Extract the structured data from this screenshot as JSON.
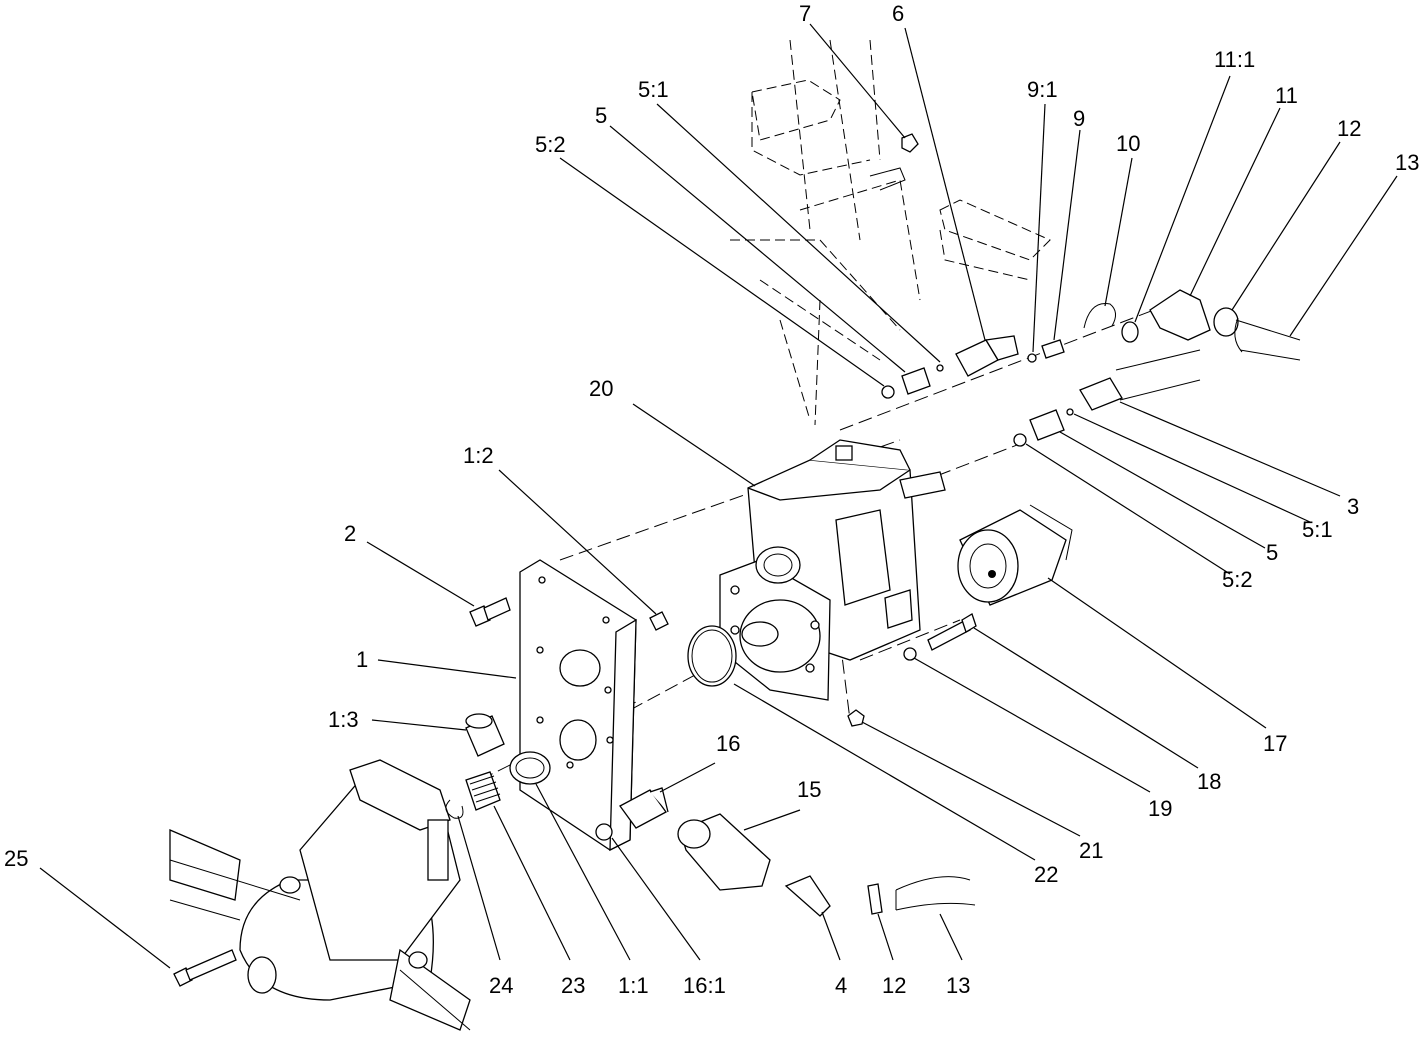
{
  "diagram": {
    "callouts": [
      {
        "label": "1"
      },
      {
        "label": "1:1"
      },
      {
        "label": "1:2"
      },
      {
        "label": "1:3"
      },
      {
        "label": "2"
      },
      {
        "label": "3"
      },
      {
        "label": "4"
      },
      {
        "label": "5"
      },
      {
        "label": "5"
      },
      {
        "label": "5:1"
      },
      {
        "label": "5:1"
      },
      {
        "label": "5:2"
      },
      {
        "label": "5:2"
      },
      {
        "label": "6"
      },
      {
        "label": "7"
      },
      {
        "label": "9"
      },
      {
        "label": "9:1"
      },
      {
        "label": "10"
      },
      {
        "label": "11"
      },
      {
        "label": "11:1"
      },
      {
        "label": "12"
      },
      {
        "label": "12"
      },
      {
        "label": "13"
      },
      {
        "label": "13"
      },
      {
        "label": "15"
      },
      {
        "label": "16"
      },
      {
        "label": "16:1"
      },
      {
        "label": "17"
      },
      {
        "label": "18"
      },
      {
        "label": "19"
      },
      {
        "label": "20"
      },
      {
        "label": "21"
      },
      {
        "label": "22"
      },
      {
        "label": "23"
      },
      {
        "label": "24"
      },
      {
        "label": "25"
      }
    ]
  }
}
